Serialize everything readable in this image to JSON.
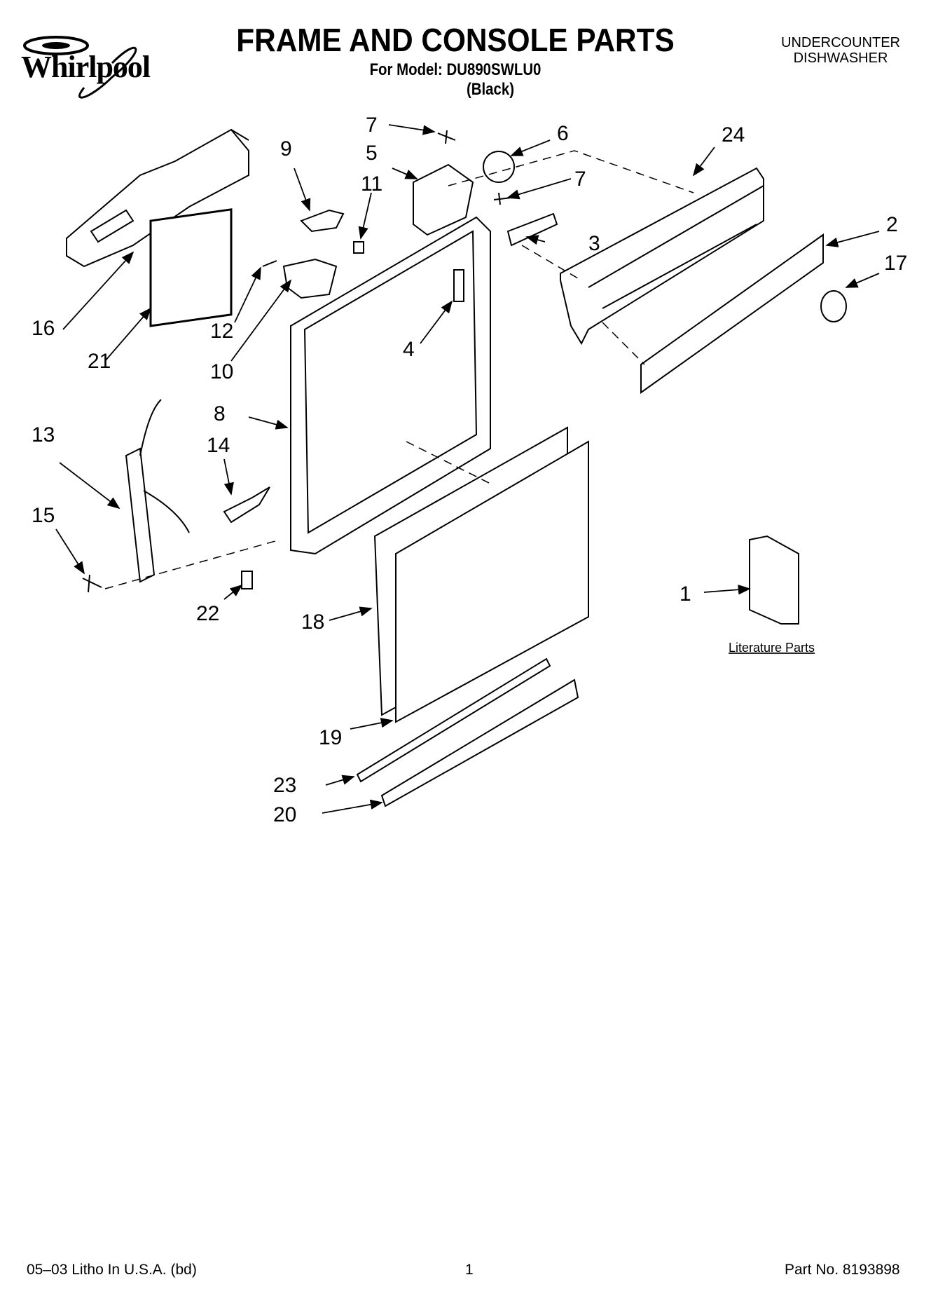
{
  "header": {
    "brand": "Whirlpool",
    "title": "FRAME AND CONSOLE PARTS",
    "model_line": "For Model: DU890SWLU0",
    "color_line": "(Black)",
    "category_line1": "UNDERCOUNTER",
    "category_line2": "DISHWASHER"
  },
  "callouts": {
    "c1": "1",
    "c2": "2",
    "c3": "3",
    "c4": "4",
    "c5": "5",
    "c6": "6",
    "c7a": "7",
    "c7b": "7",
    "c8": "8",
    "c9": "9",
    "c10": "10",
    "c11": "11",
    "c12": "12",
    "c13": "13",
    "c14": "14",
    "c15": "15",
    "c16": "16",
    "c17": "17",
    "c18": "18",
    "c19": "19",
    "c20": "20",
    "c21": "21",
    "c22": "22",
    "c23": "23",
    "c24": "24"
  },
  "literature_label": "Literature Parts",
  "footer": {
    "left": "05–03 Litho In U.S.A. (bd)",
    "center": "1",
    "right": "Part No. 8193898"
  }
}
